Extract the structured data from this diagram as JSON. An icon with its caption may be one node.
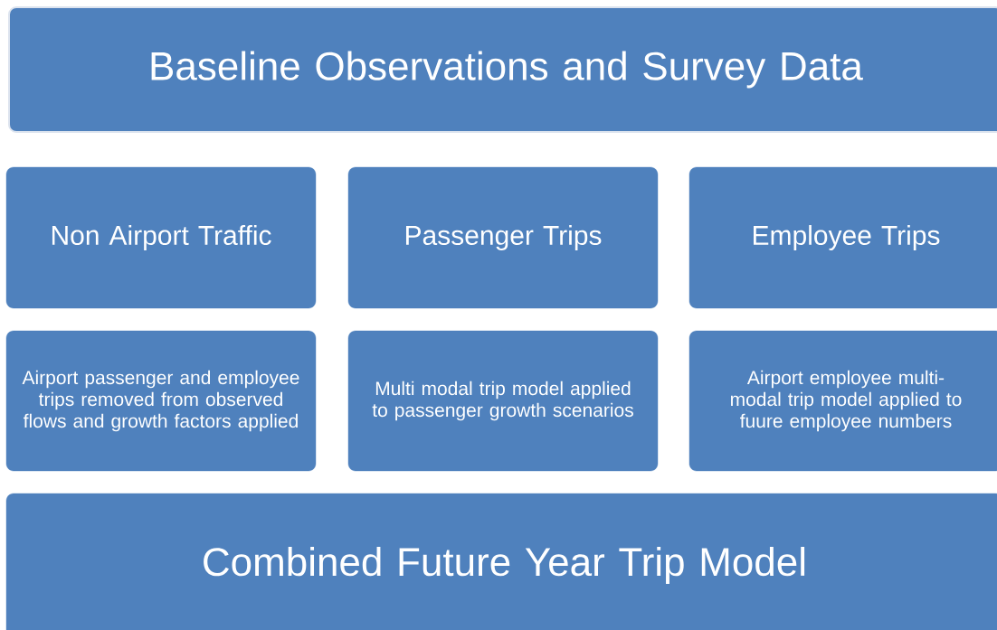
{
  "diagram": {
    "nodes": [
      {
        "text": [
          "Baseline Observations and Survey Data"
        ]
      },
      {
        "text": [
          "Non Airport Traffic"
        ]
      },
      {
        "text": [
          "Passenger Trips"
        ]
      },
      {
        "text": [
          "Employee Trips"
        ]
      },
      {
        "text": [
          "Airport passenger and employee trips removed from observed flows and growth factors applied"
        ]
      },
      {
        "text": [
          "Multi modal trip model applied to passenger growth scenarios"
        ]
      },
      {
        "text": [
          "Airport employee multi-modal trip model applied to fuure employee numbers"
        ]
      },
      {
        "text": [
          "Combined Future Year Trip Model"
        ]
      }
    ]
  }
}
